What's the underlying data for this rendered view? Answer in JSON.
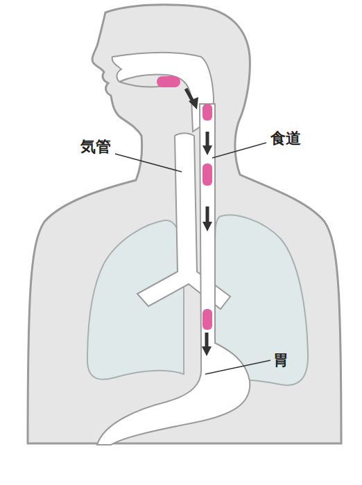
{
  "diagram": {
    "labels": [
      "気管",
      "食道",
      "胃"
    ]
  }
}
